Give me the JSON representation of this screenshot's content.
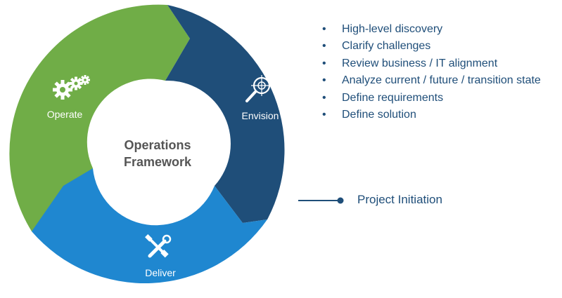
{
  "center": {
    "line1": "Operations",
    "line2": "Framework"
  },
  "segments": {
    "operate": {
      "label": "Operate",
      "color": "#70ad47",
      "icon": "gears-icon"
    },
    "envision": {
      "label": "Envision",
      "color": "#1f4e79",
      "icon": "magnifier-target-icon"
    },
    "deliver": {
      "label": "Deliver",
      "color": "#1f87d0",
      "icon": "wrench-screwdriver-icon"
    }
  },
  "bullets": {
    "marker": "•",
    "items": [
      "High-level discovery",
      "Clarify challenges",
      "Review business / IT alignment",
      "Analyze current / future / transition state",
      "Define requirements",
      "Define solution"
    ]
  },
  "callout": {
    "label": "Project Initiation",
    "color": "#1f4e79"
  }
}
